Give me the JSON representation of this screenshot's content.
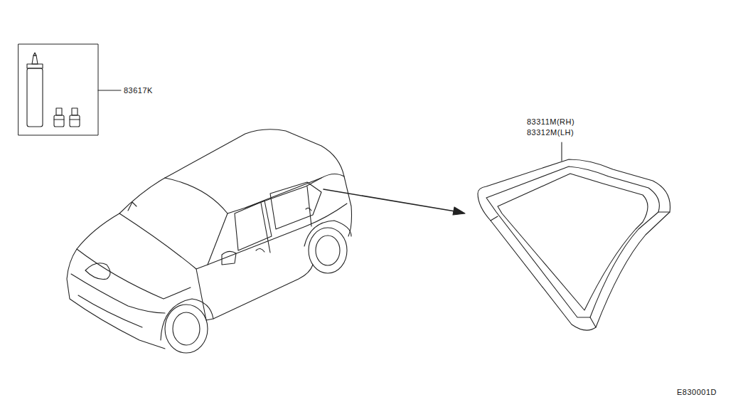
{
  "diagram": {
    "labels": [
      "83617K",
      "83311M(RH)",
      "83312M(LH)",
      "E830001D"
    ]
  }
}
